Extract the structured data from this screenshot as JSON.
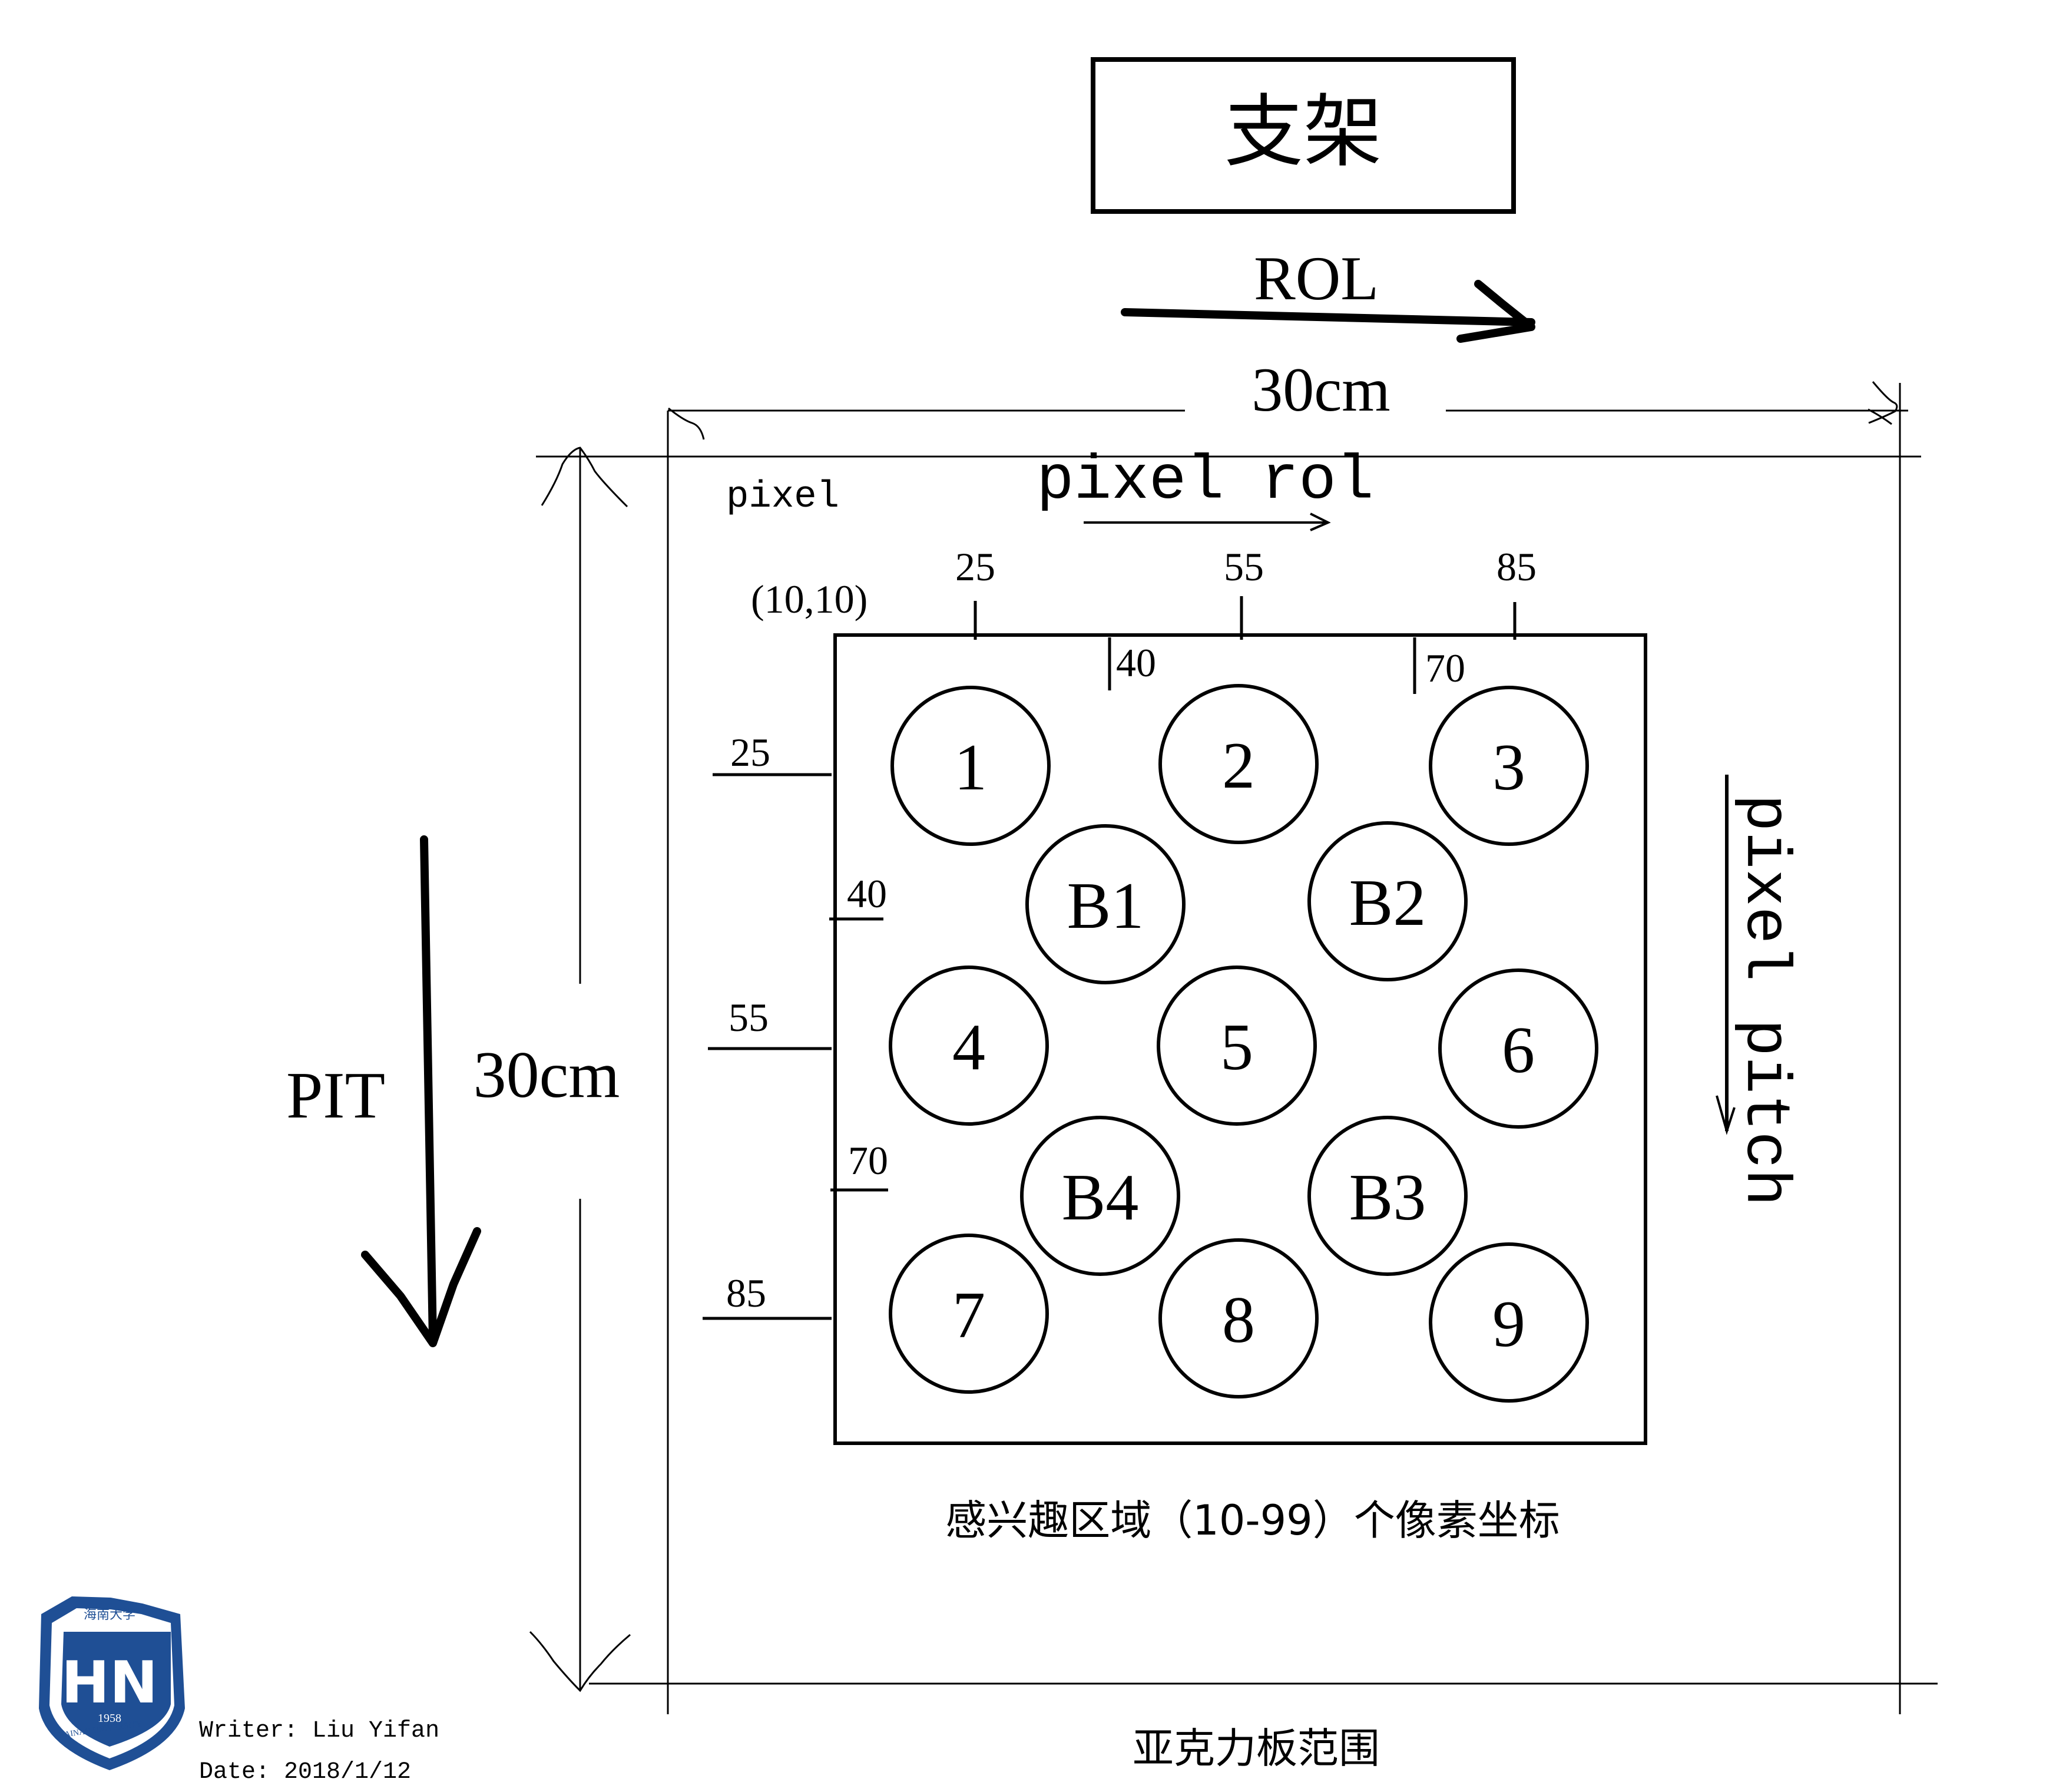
{
  "header": {
    "bracket_label": "支架",
    "roll_label": "ROL"
  },
  "board": {
    "width_label": "30cm",
    "height_label": "30cm",
    "pixel_label": "pixel",
    "pixel_roll_label": "pixel rol",
    "pixel_pitch_label": "pixel pitch",
    "pitch_label": "PIT",
    "origin_label": "(10,10)",
    "caption": "亚克力板范围"
  },
  "roi": {
    "caption": "感兴趣区域（10-99）个像素坐标",
    "col_ticks": [
      "25",
      "55",
      "85"
    ],
    "col_half_ticks": [
      "40",
      "70"
    ],
    "row_ticks": [
      "25",
      "55",
      "85"
    ],
    "row_half_ticks": [
      "40",
      "70"
    ]
  },
  "targets": [
    "1",
    "2",
    "3",
    "B1",
    "B2",
    "4",
    "5",
    "6",
    "B4",
    "B3",
    "7",
    "8",
    "9"
  ],
  "logo": {
    "name_cn": "海南大学",
    "initials": "HN",
    "year": "1958",
    "ring_text": "HAINAN UNIVERSITY"
  },
  "footer": {
    "writer": "Writer: Liu Yifan",
    "date": "Date: 2018/1/12"
  }
}
